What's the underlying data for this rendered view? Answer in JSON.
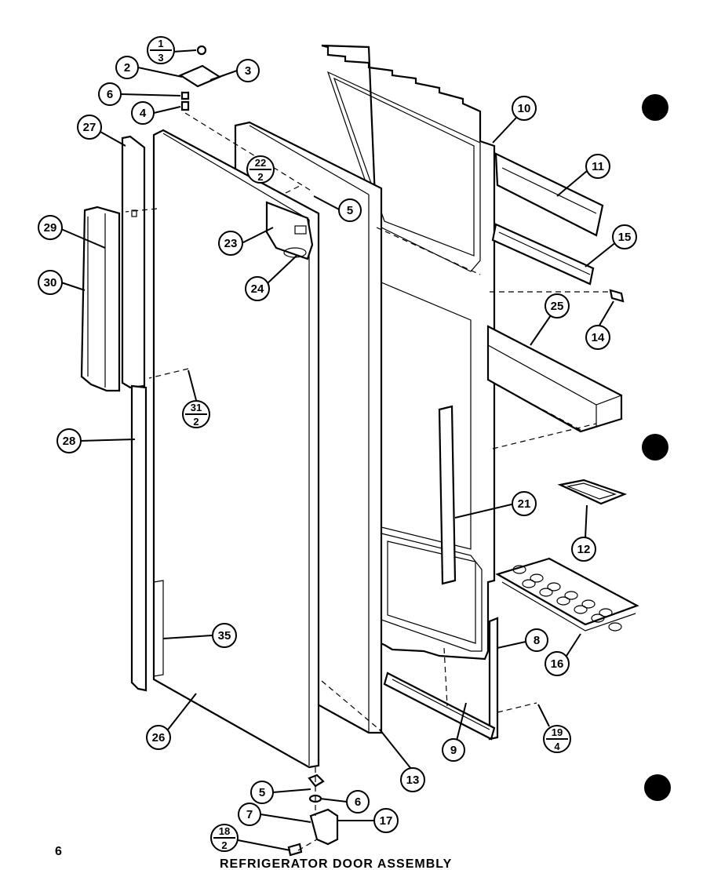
{
  "title": "REFRIGERATOR  DOOR  ASSEMBLY",
  "page_number": "6",
  "callouts": {
    "c1_3": {
      "top": "1",
      "bottom": "3"
    },
    "c22_2": {
      "top": "22",
      "bottom": "2"
    },
    "c31_2": {
      "top": "31",
      "bottom": "2"
    },
    "c19_4": {
      "top": "19",
      "bottom": "4"
    },
    "c18_2": {
      "top": "18",
      "bottom": "2"
    },
    "c2": "2",
    "c3": "3",
    "c6a": "6",
    "c4": "4",
    "c27": "27",
    "c29": "29",
    "c30": "30",
    "c28": "28",
    "c23": "23",
    "c24": "24",
    "c5a": "5",
    "c10": "10",
    "c11": "11",
    "c15": "15",
    "c14": "14",
    "c25": "25",
    "c21": "21",
    "c12": "12",
    "c16": "16",
    "c8": "8",
    "c9": "9",
    "c35": "35",
    "c26": "26",
    "c13": "13",
    "c5b": "5",
    "c6b": "6",
    "c7": "7",
    "c17": "17"
  },
  "colors": {
    "ink": "#000000",
    "paper": "#ffffff"
  }
}
